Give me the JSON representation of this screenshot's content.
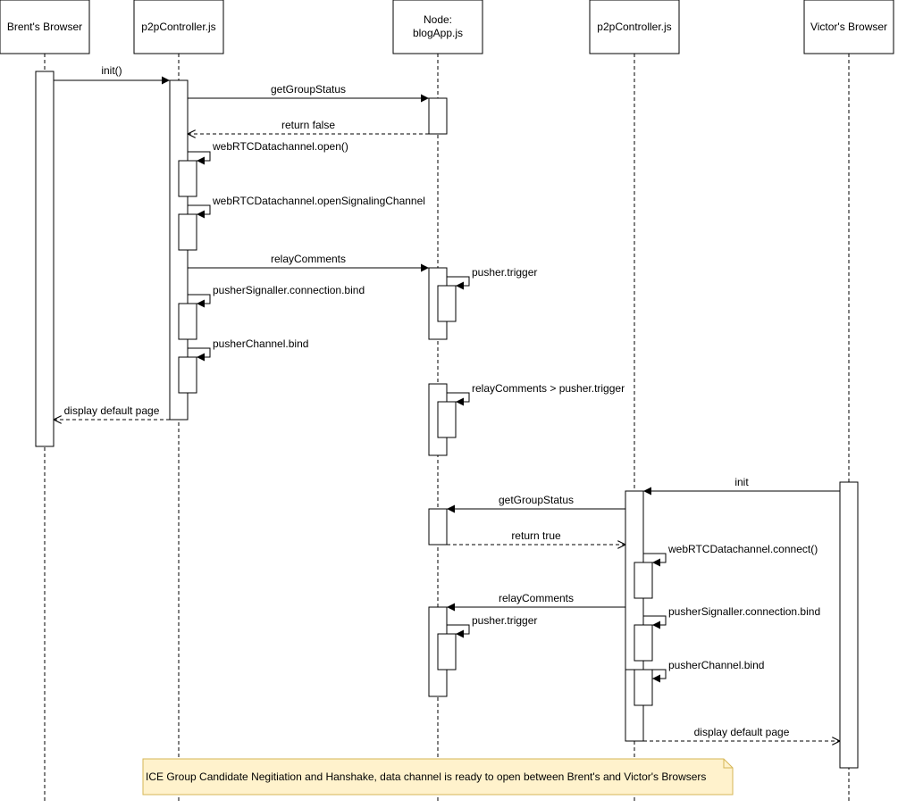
{
  "participants": [
    {
      "id": "p1",
      "label": "Brent's Browser"
    },
    {
      "id": "p2",
      "label": "p2pController.js"
    },
    {
      "id": "p3",
      "label_line1": "Node:",
      "label_line2": "blogApp.js"
    },
    {
      "id": "p4",
      "label": "p2pController.js"
    },
    {
      "id": "p5",
      "label": "Victor's Browser"
    }
  ],
  "messages": {
    "m1": "init()",
    "m2": "getGroupStatus",
    "m3": "return false",
    "m4": "webRTCDatachannel.open()",
    "m5": "webRTCDatachannel.openSignalingChannel",
    "m6": "relayComments",
    "m7": "pusher.trigger",
    "m8": "pusherSignaller.connection.bind",
    "m9": "pusherChannel.bind",
    "m10": "relayComments > pusher.trigger",
    "m11": "display default page",
    "m12": "init",
    "m13": "getGroupStatus",
    "m14": "return true",
    "m15": "webRTCDatachannel.connect()",
    "m16": "relayComments",
    "m17": "pusher.trigger",
    "m18": "pusherSignaller.connection.bind",
    "m19": "pusherChannel.bind",
    "m20": "display default page"
  },
  "note": "ICE Group Candidate Negitiation and Hanshake, data channel is ready to open  between Brent's and Victor's Browsers",
  "colors": {
    "line": "#000000",
    "note_fill": "#fff2cc",
    "note_stroke": "#d6b656"
  }
}
